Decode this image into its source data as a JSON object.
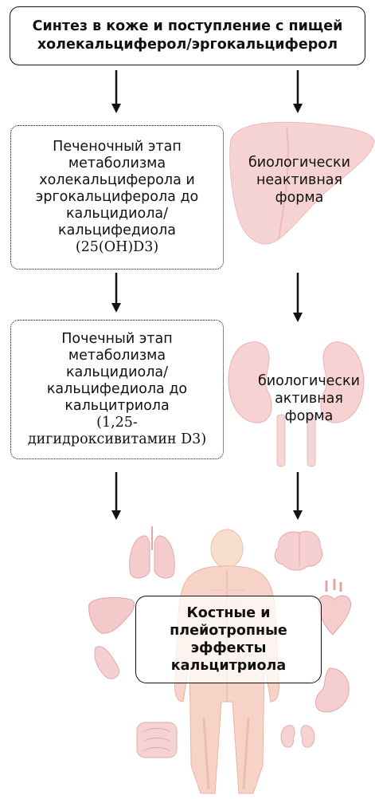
{
  "source_box": {
    "line1": "Синтез в коже и поступление с пищей",
    "line2": "холекальциферол/эргокальциферол"
  },
  "liver_step": {
    "lines": [
      "Печеночный этап",
      "метаболизма",
      "холекальциферола и",
      "эргокальциферола до",
      "кальцидиола/",
      "кальцифедиола"
    ],
    "formula": "(25(OH)D3)"
  },
  "liver_side_label": [
    "биологически",
    "неактивная",
    "форма"
  ],
  "kidney_step": {
    "lines": [
      "Почечный этап",
      "метаболизма",
      "кальцидиола/",
      "кальцифедиола до",
      "кальцитриола"
    ],
    "formula_line1": "(1,25-",
    "formula_line2": "дигидроксивитамин D3)"
  },
  "kidney_side_label": [
    "биологически",
    "активная",
    "форма"
  ],
  "result_box": [
    "Костные и",
    "плейотропные",
    "эффекты",
    "кальцитриола"
  ],
  "icons": [
    "liver-icon",
    "kidneys-icon",
    "human-body-icon",
    "lungs-icon",
    "brain-icon",
    "heart-icon",
    "stomach-icon",
    "intestine-icon",
    "small-kidneys-icon",
    "small-liver-icon",
    "pancreas-icon"
  ],
  "colors": {
    "organ_pink": "#f6d3d3",
    "organ_stroke": "#e7a4a4",
    "text": "#111111"
  }
}
